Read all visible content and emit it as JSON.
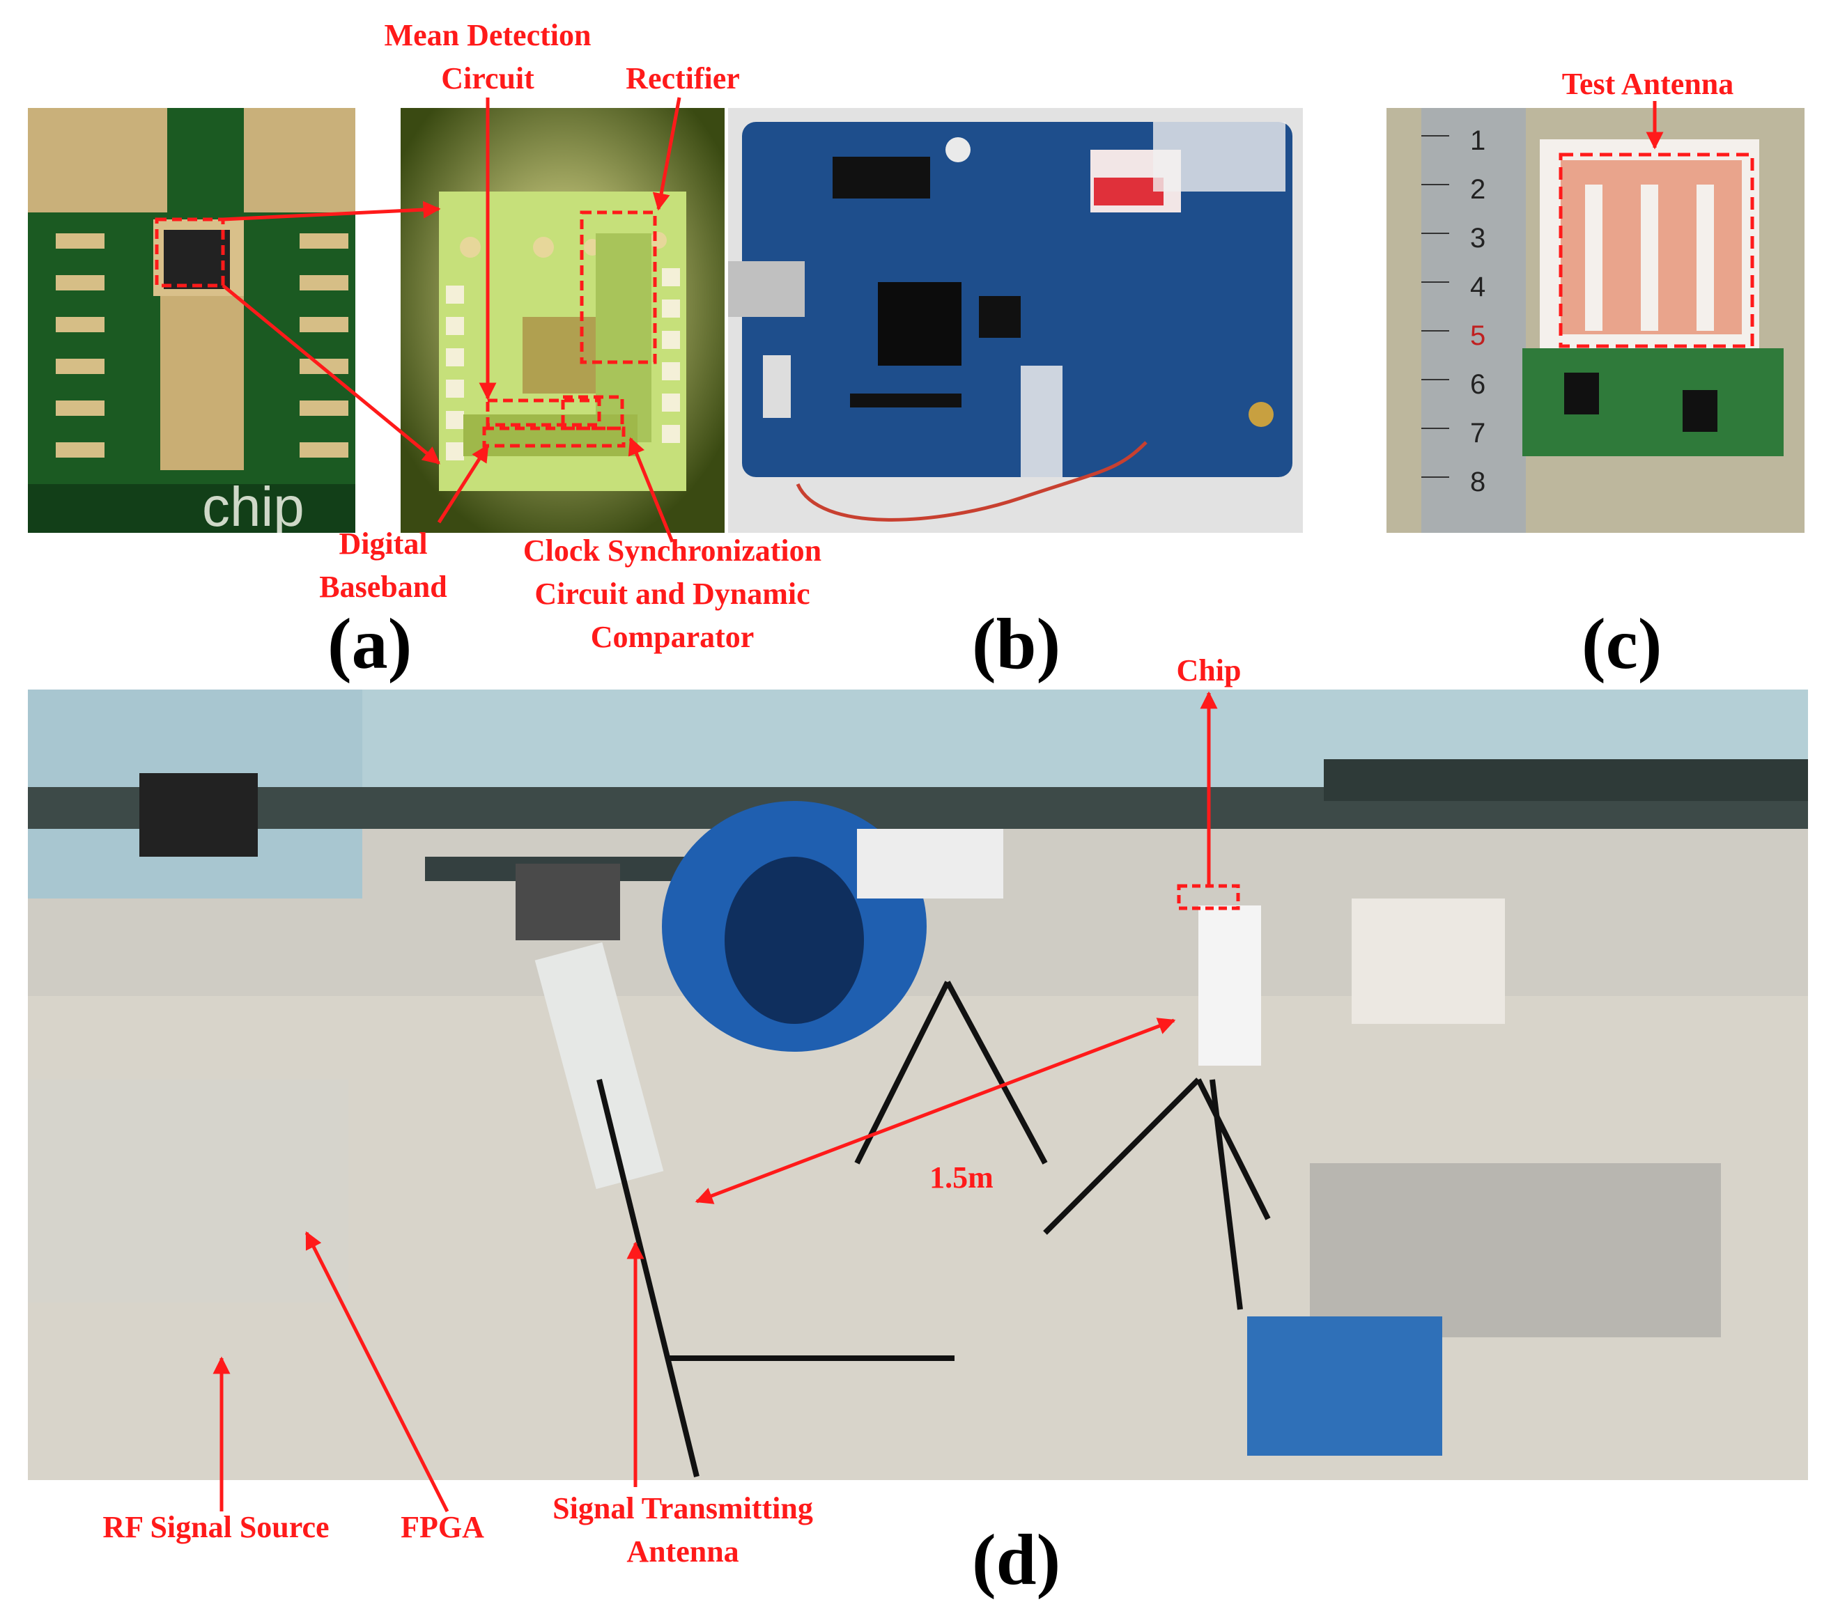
{
  "panels": {
    "a": "(a)",
    "b": "(b)",
    "c": "(c)",
    "d": "(d)"
  },
  "labels": {
    "mean_detection": [
      "Mean Detection",
      "Circuit"
    ],
    "rectifier": "Rectifier",
    "digital_baseband": [
      "Digital",
      "Baseband"
    ],
    "clock_sync": [
      "Clock Synchronization",
      "Circuit and Dynamic",
      "Comparator"
    ],
    "test_antenna": "Test Antenna",
    "chip": "Chip",
    "distance": "1.5m",
    "rf_signal_source": "RF Signal Source",
    "fpga": "FPGA",
    "signal_tx_antenna": [
      "Signal Transmitting",
      "Antenna"
    ],
    "chip_photo_text": "chip",
    "ruler_digits": [
      "1",
      "2",
      "3",
      "4",
      "5",
      "6",
      "7",
      "8"
    ]
  },
  "colors": {
    "annotation": "#ff1a1a",
    "pcb_blue": "#1e4e8c",
    "pcb_green": "#1f6b2a",
    "die_green": "#c6e07a"
  }
}
